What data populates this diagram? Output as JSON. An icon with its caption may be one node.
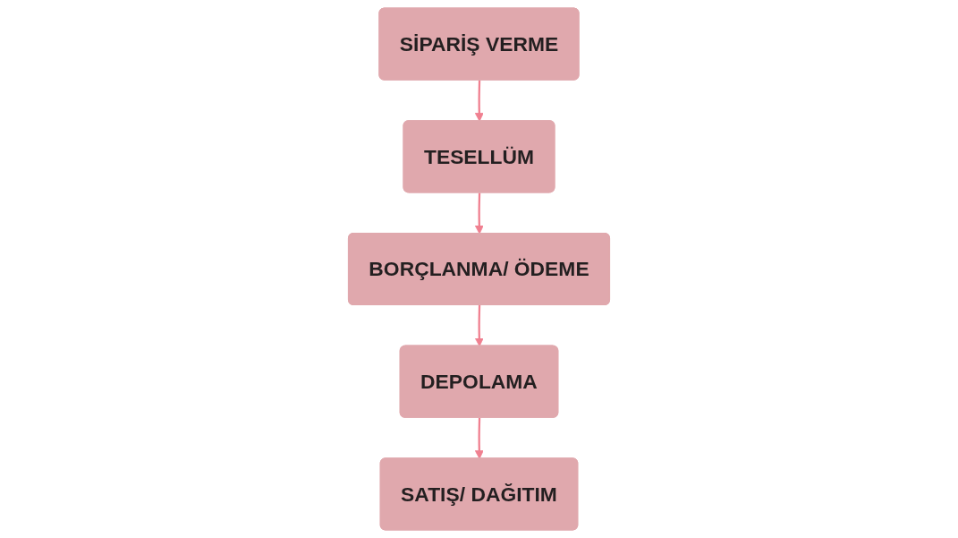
{
  "diagram": {
    "nodes": [
      {
        "text": [
          "SİPARİŞ VERME"
        ]
      },
      {
        "text": [
          "TESELLÜM"
        ]
      },
      {
        "text": [
          "BORÇLANMA/ ÖDEME"
        ]
      },
      {
        "text": [
          "DEPOLAMA"
        ]
      },
      {
        "text": [
          "SATIŞ/ DAĞITIM"
        ]
      }
    ],
    "edges": [
      {
        "from": 0,
        "to": 1,
        "arrow": "to"
      },
      {
        "from": 1,
        "to": 2,
        "arrow": "to"
      },
      {
        "from": 2,
        "to": 3,
        "arrow": "to"
      },
      {
        "from": 3,
        "to": 4,
        "arrow": "to"
      }
    ]
  }
}
